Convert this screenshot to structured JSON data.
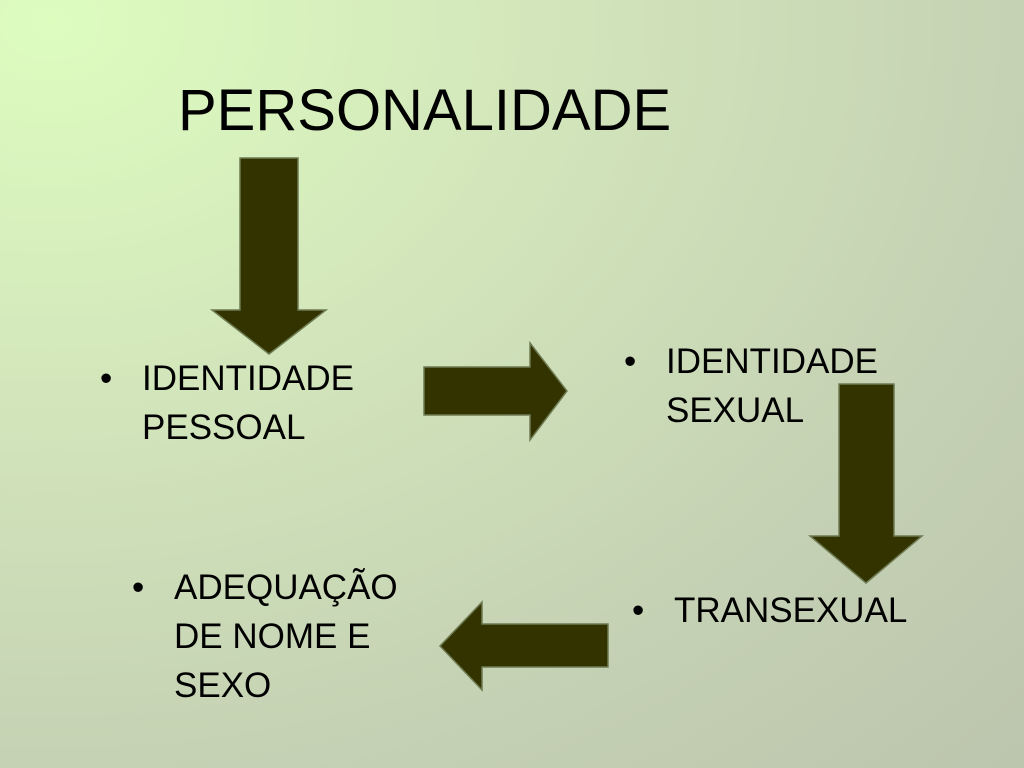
{
  "slide": {
    "title": "PERSONALIDADE",
    "bullet_glyph": "•",
    "items": {
      "identidade_pessoal": [
        "IDENTIDADE",
        "PESSOAL"
      ],
      "identidade_sexual": [
        "IDENTIDADE",
        "SEXUAL"
      ],
      "transexual": [
        "TRANSEXUAL"
      ],
      "adequacao": [
        "ADEQUAÇÃO",
        "DE NOME E",
        "SEXO"
      ]
    }
  },
  "colors": {
    "arrow_fill": "#333300",
    "arrow_stroke": "#6e7b53",
    "text": "#000000"
  }
}
